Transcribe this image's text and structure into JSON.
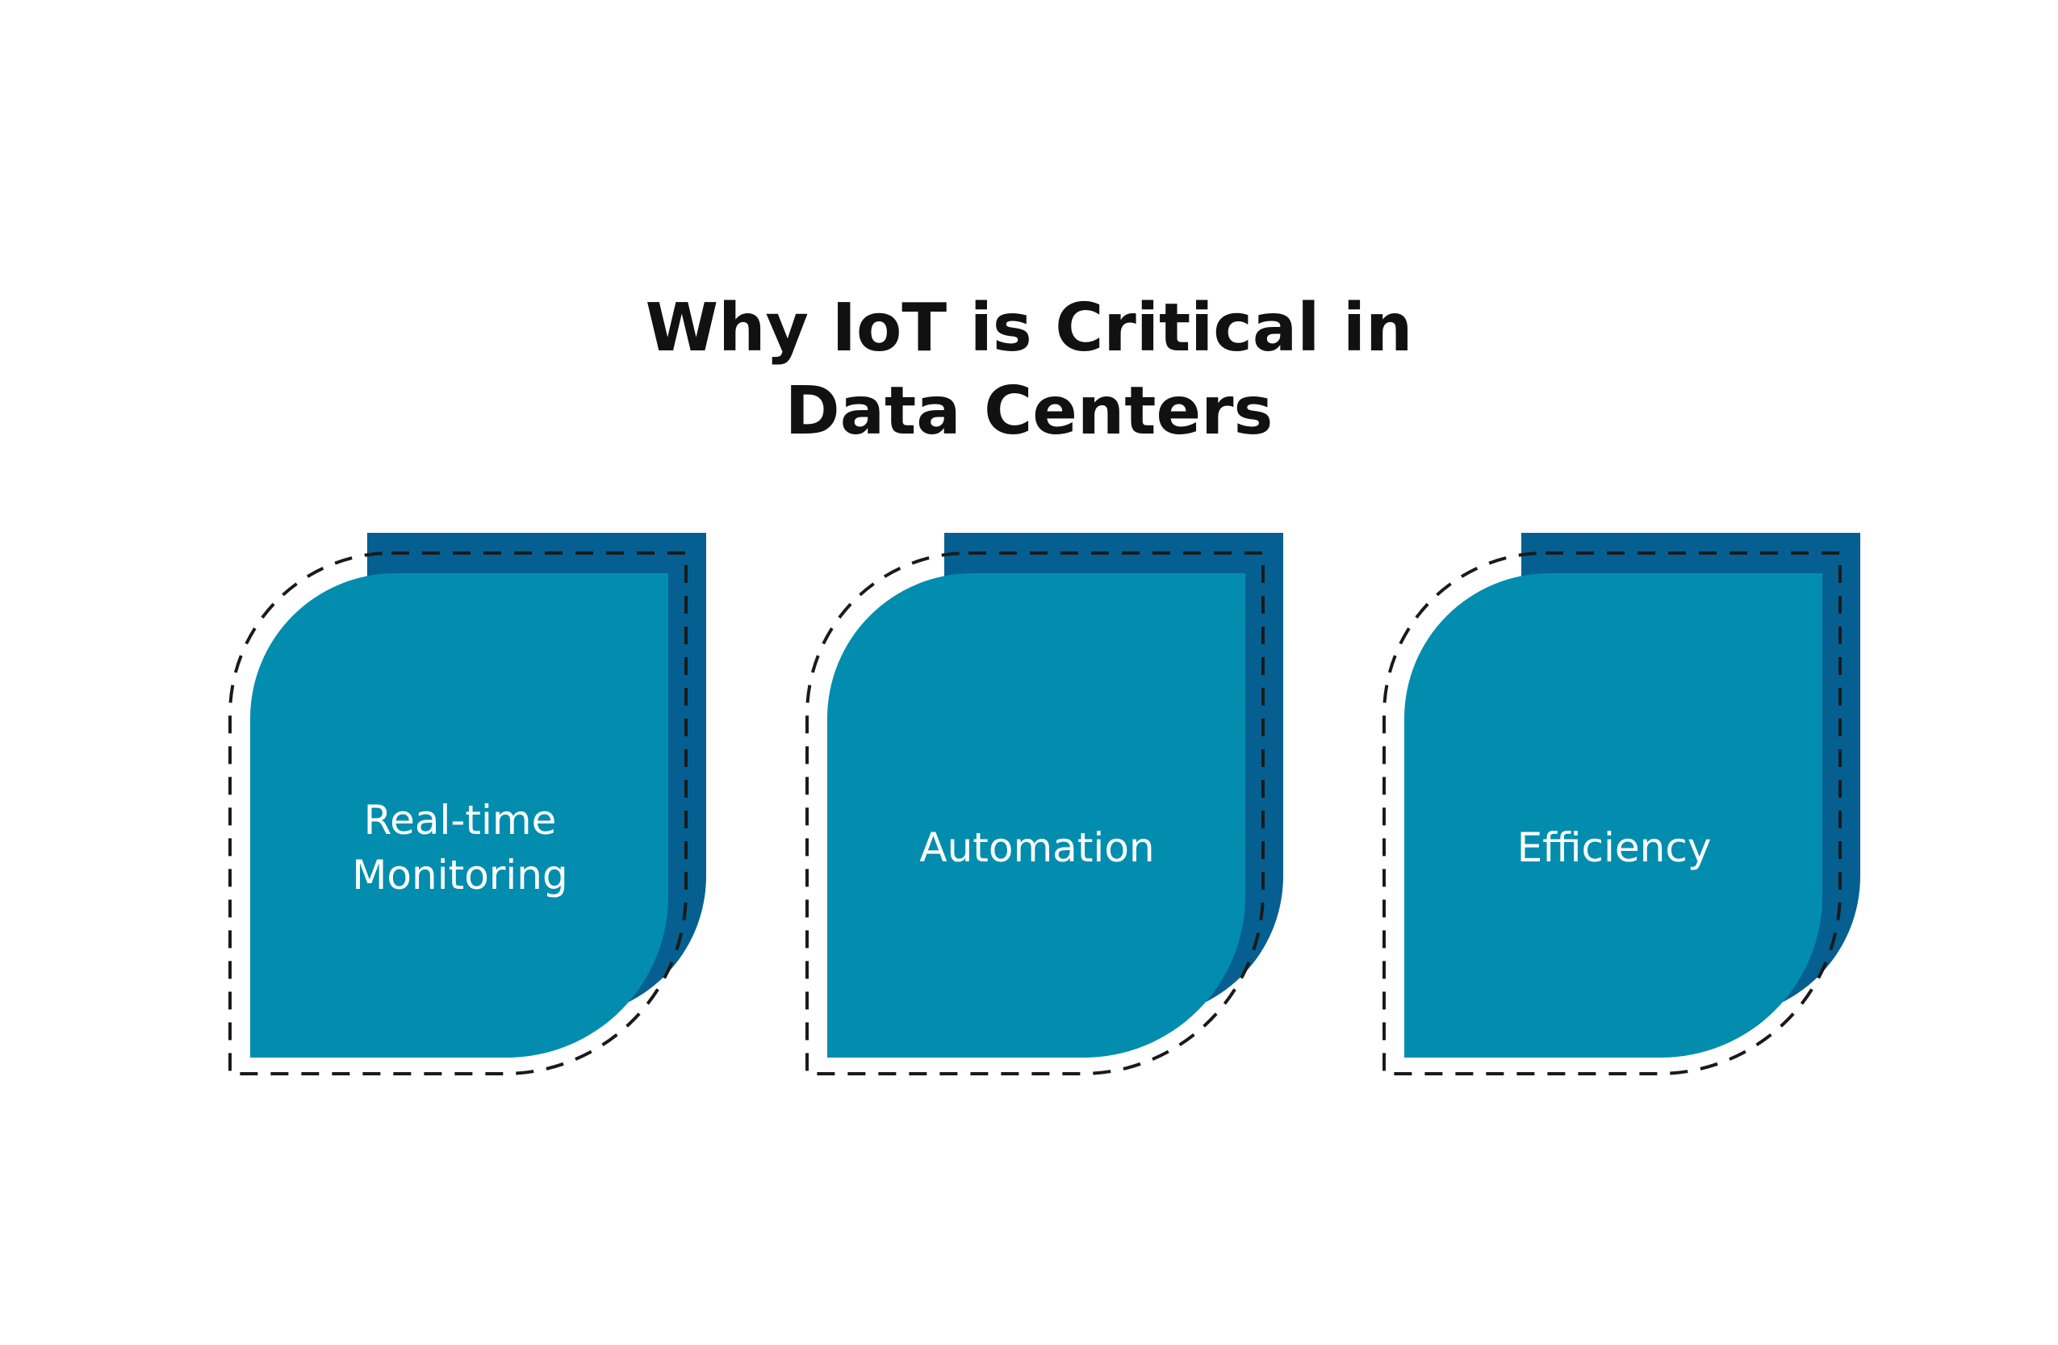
{
  "title": {
    "line1": "Why IoT is Critical in",
    "line2": "Data Centers"
  },
  "colors": {
    "card_front": "#028DAF",
    "card_back": "#055F91",
    "outline": "#1a1a1a",
    "title_text": "#111111",
    "label_text": "#ffffff"
  },
  "cards": [
    {
      "label": "Real-time\nMonitoring"
    },
    {
      "label": "Automation"
    },
    {
      "label": "Efficiency"
    }
  ]
}
